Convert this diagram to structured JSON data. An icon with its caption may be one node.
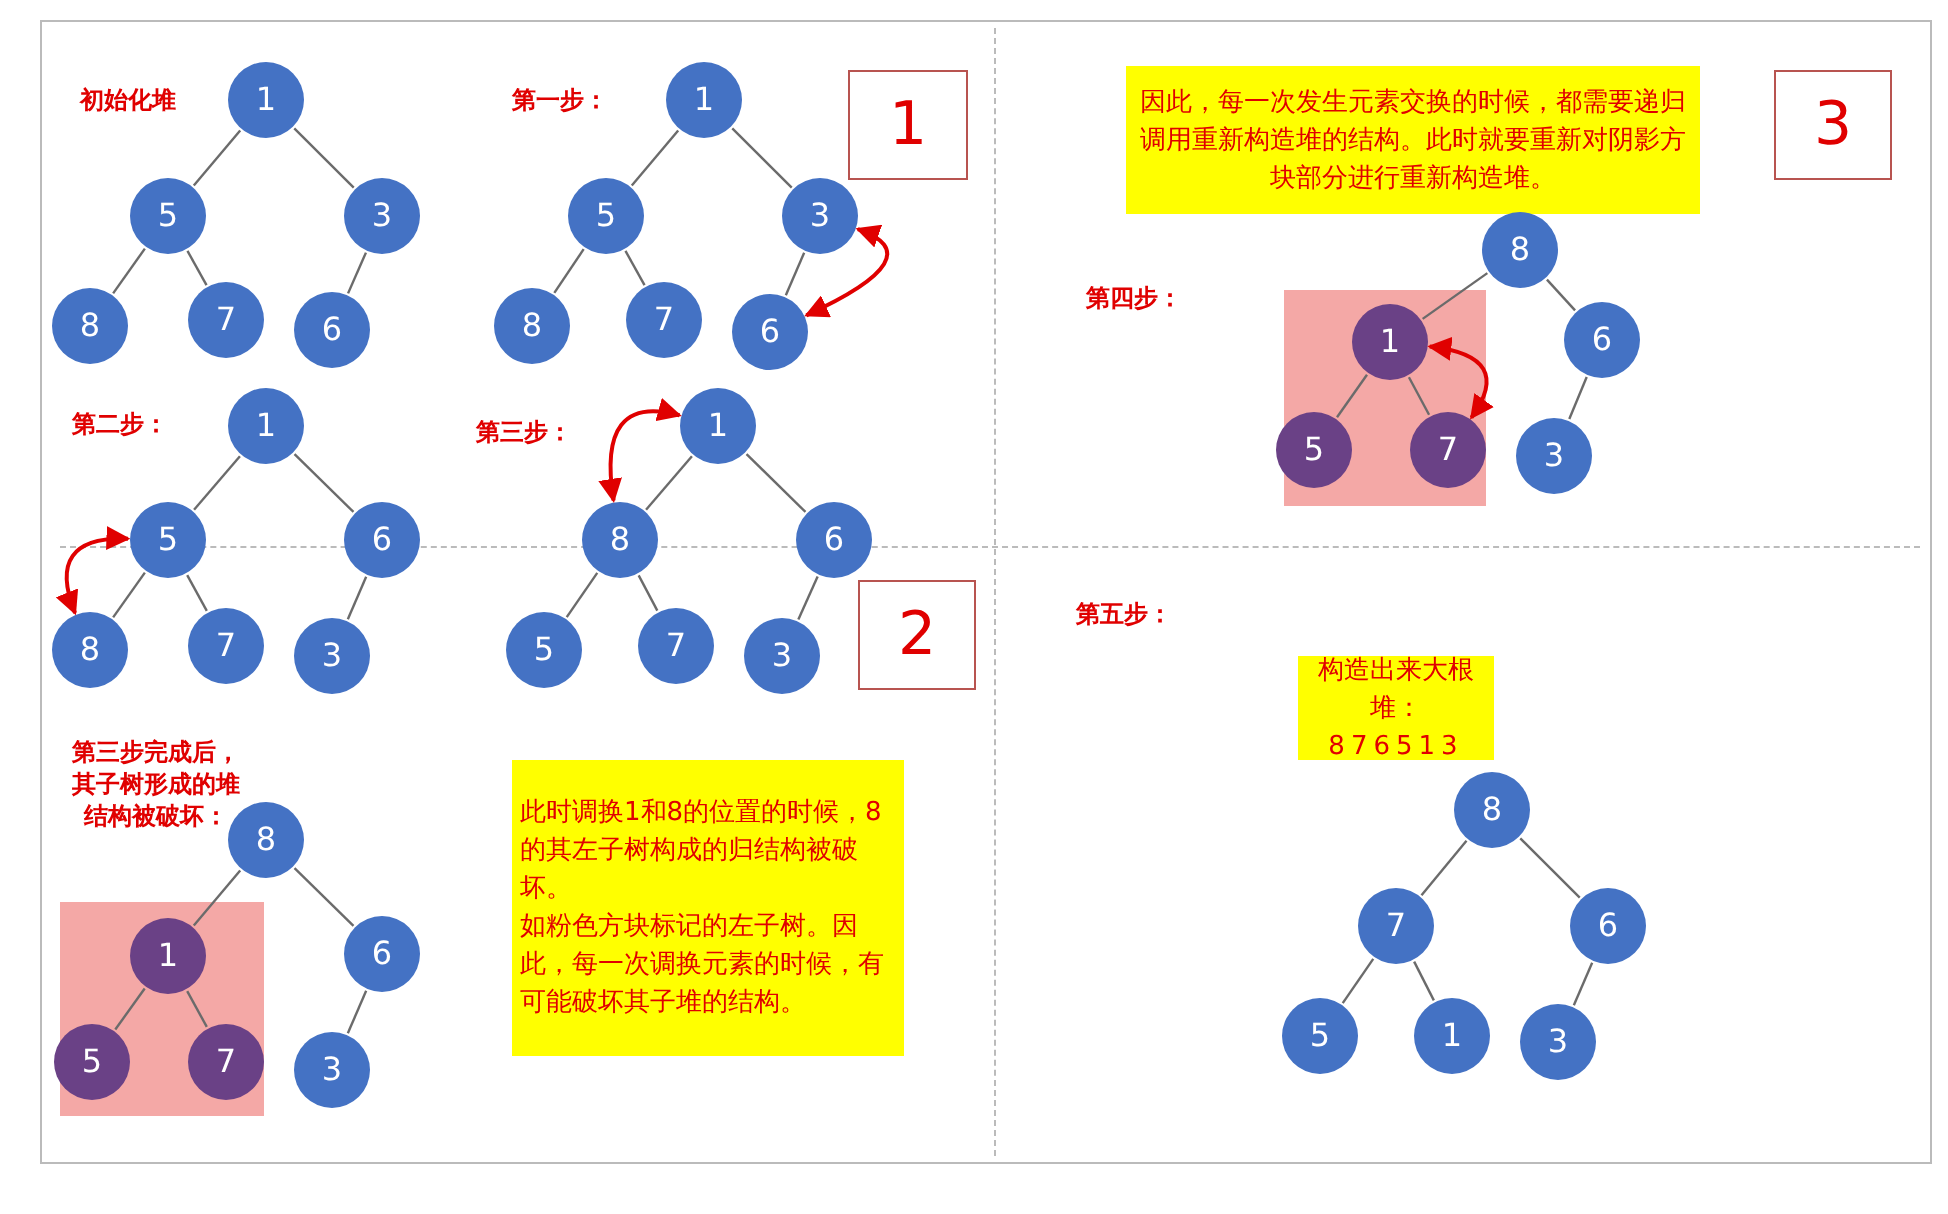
{
  "diagram": {
    "nodes": [
      {
        "text": [
          "1"
        ]
      },
      {
        "text": [
          "5"
        ]
      },
      {
        "text": [
          "3"
        ]
      },
      {
        "text": [
          "8"
        ]
      },
      {
        "text": [
          "7"
        ]
      },
      {
        "text": [
          "6"
        ]
      },
      {
        "text": [
          "1"
        ]
      },
      {
        "text": [
          "5"
        ]
      },
      {
        "text": [
          "3"
        ]
      },
      {
        "text": [
          "8"
        ]
      },
      {
        "text": [
          "7"
        ]
      },
      {
        "text": [
          "6"
        ]
      },
      {
        "text": [
          "1"
        ]
      },
      {
        "text": [
          "1"
        ]
      },
      {
        "text": [
          "5"
        ]
      },
      {
        "text": [
          "6"
        ]
      },
      {
        "text": [
          "8"
        ]
      },
      {
        "text": [
          "7"
        ]
      },
      {
        "text": [
          "3"
        ]
      },
      {
        "text": [
          "1"
        ]
      },
      {
        "text": [
          "8"
        ]
      },
      {
        "text": [
          "6"
        ]
      },
      {
        "text": [
          "5"
        ]
      },
      {
        "text": [
          "7"
        ]
      },
      {
        "text": [
          "3"
        ]
      },
      {
        "text": [
          "2"
        ]
      },
      {
        "text": [
          "8"
        ]
      },
      {
        "text": [],
        "shape": "box"
      },
      {
        "text": [
          "1"
        ],
        "in": 27
      },
      {
        "text": [
          "6"
        ]
      },
      {
        "text": [
          "5"
        ],
        "in": 27
      },
      {
        "text": [
          "7"
        ],
        "in": 27
      },
      {
        "text": [
          "3"
        ]
      },
      {
        "text": [
          "此时调换1和8的位置的时候，8的其左子树构成的归结构被破坏。",
          "如粉色方块标记的左子树。因此，每一次调换元素的时候，有可能破坏其子堆的结构。"
        ]
      },
      {
        "text": [
          "因此，每一次发生元素交换的时候，都需要递归调用重新构造堆的结构。此时就要重新对阴影方块部分进行重新构造堆。"
        ]
      },
      {
        "text": [
          "3"
        ]
      },
      {
        "text": [
          "8"
        ]
      },
      {
        "text": [],
        "shape": "box"
      },
      {
        "text": [
          "1"
        ],
        "in": 37
      },
      {
        "text": [
          "6"
        ]
      },
      {
        "text": [
          "5"
        ],
        "in": 37
      },
      {
        "text": [
          "7"
        ],
        "in": 37
      },
      {
        "text": [
          "3"
        ]
      },
      {
        "text": [
          "构造出来大根堆：",
          "876513"
        ]
      },
      {
        "text": [
          "8"
        ]
      },
      {
        "text": [
          "7"
        ]
      },
      {
        "text": [
          "6"
        ]
      },
      {
        "text": [
          "5"
        ]
      },
      {
        "text": [
          "1"
        ]
      },
      {
        "text": [
          "3"
        ]
      }
    ],
    "edges": [
      {
        "from": 0,
        "to": 1,
        "arrow": "none"
      },
      {
        "from": 0,
        "to": 2,
        "arrow": "none"
      },
      {
        "from": 1,
        "to": 3,
        "arrow": "none"
      },
      {
        "from": 1,
        "to": 4,
        "arrow": "none"
      },
      {
        "from": 2,
        "to": 5,
        "arrow": "none"
      },
      {
        "from": 6,
        "to": 7,
        "arrow": "none"
      },
      {
        "from": 6,
        "to": 8,
        "arrow": "none"
      },
      {
        "from": 7,
        "to": 9,
        "arrow": "none"
      },
      {
        "from": 7,
        "to": 10,
        "arrow": "none"
      },
      {
        "from": 8,
        "to": 11,
        "arrow": "none"
      },
      {
        "from": 8,
        "to": 11,
        "arrow": "both",
        "color": "#e00000"
      },
      {
        "from": 13,
        "to": 14,
        "arrow": "none"
      },
      {
        "from": 13,
        "to": 15,
        "arrow": "none"
      },
      {
        "from": 14,
        "to": 16,
        "arrow": "none"
      },
      {
        "from": 14,
        "to": 17,
        "arrow": "none"
      },
      {
        "from": 15,
        "to": 18,
        "arrow": "none"
      },
      {
        "from": 14,
        "to": 16,
        "arrow": "both",
        "color": "#e00000"
      },
      {
        "from": 19,
        "to": 20,
        "arrow": "none"
      },
      {
        "from": 19,
        "to": 21,
        "arrow": "none"
      },
      {
        "from": 20,
        "to": 22,
        "arrow": "none"
      },
      {
        "from": 20,
        "to": 23,
        "arrow": "none"
      },
      {
        "from": 21,
        "to": 24,
        "arrow": "none"
      },
      {
        "from": 20,
        "to": 19,
        "arrow": "both",
        "color": "#e00000"
      },
      {
        "from": 26,
        "to": 28,
        "arrow": "none"
      },
      {
        "from": 26,
        "to": 29,
        "arrow": "none"
      },
      {
        "from": 28,
        "to": 30,
        "arrow": "none"
      },
      {
        "from": 28,
        "to": 31,
        "arrow": "none"
      },
      {
        "from": 29,
        "to": 32,
        "arrow": "none"
      },
      {
        "from": 36,
        "to": 38,
        "arrow": "none"
      },
      {
        "from": 36,
        "to": 39,
        "arrow": "none"
      },
      {
        "from": 38,
        "to": 40,
        "arrow": "none"
      },
      {
        "from": 38,
        "to": 41,
        "arrow": "none"
      },
      {
        "from": 39,
        "to": 42,
        "arrow": "none"
      },
      {
        "from": 38,
        "to": 41,
        "arrow": "both",
        "color": "#e00000"
      },
      {
        "from": 44,
        "to": 45,
        "arrow": "none"
      },
      {
        "from": 44,
        "to": 46,
        "arrow": "none"
      },
      {
        "from": 45,
        "to": 47,
        "arrow": "none"
      },
      {
        "from": 45,
        "to": 48,
        "arrow": "none"
      },
      {
        "from": 46,
        "to": 49,
        "arrow": "none"
      }
    ],
    "labels": [
      "初始化堆",
      "第一步：",
      "第二步：",
      "第三步：",
      "第三步完成后，其子树形成的堆结构被破坏：",
      "第四步：",
      "第五步："
    ]
  }
}
